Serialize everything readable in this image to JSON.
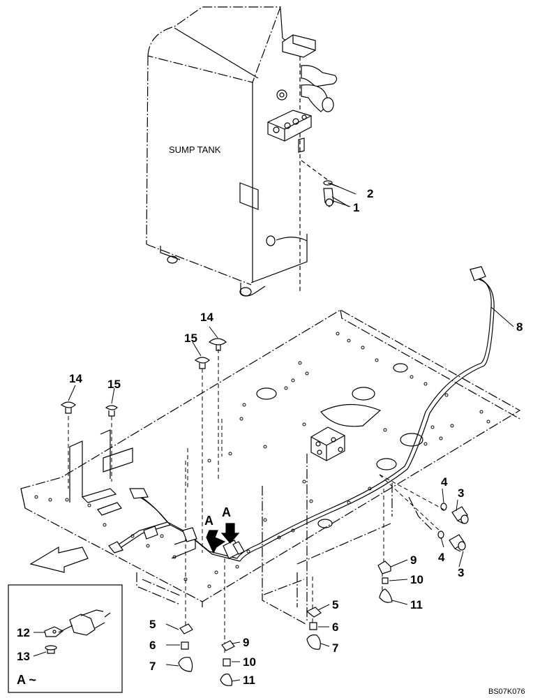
{
  "labels": {
    "sump_tank": "SUMP TANK",
    "view_a_arrow_1": "A",
    "view_a_arrow_2": "A",
    "detail_view": "A ~",
    "figure_ref": "BS07K076"
  },
  "callouts": {
    "c1": "1",
    "c2": "2",
    "c8": "8",
    "c14a": "14",
    "c15a": "15",
    "c14b": "14",
    "c15b": "15",
    "c4a": "4",
    "c3a": "3",
    "c4b": "4",
    "c3b": "3",
    "c9a": "9",
    "c10a": "10",
    "c11a": "11",
    "c5a": "5",
    "c6a": "6",
    "c7a": "7",
    "c5b": "5",
    "c6b": "6",
    "c7b": "7",
    "c9b": "9",
    "c10b": "10",
    "c11b": "11",
    "c12": "12",
    "c13": "13"
  }
}
